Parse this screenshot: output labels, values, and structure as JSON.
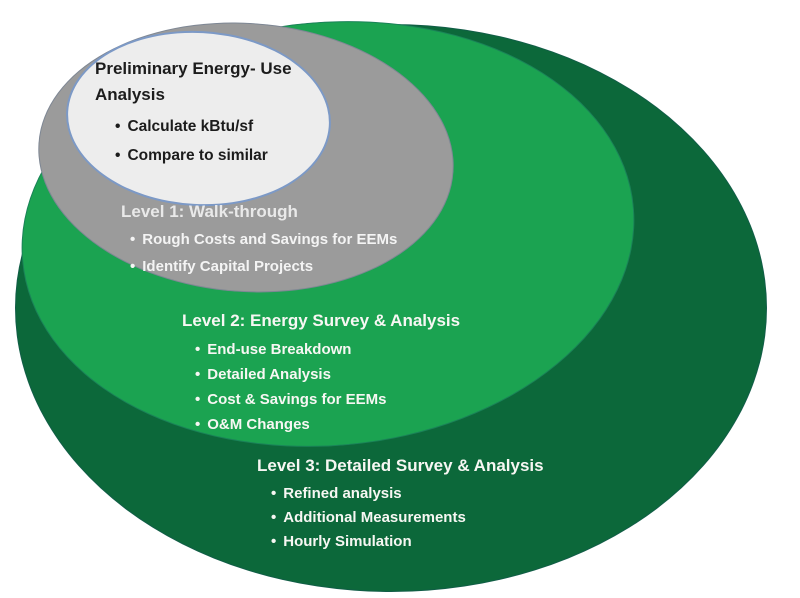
{
  "diagram": {
    "background_color": "#ffffff",
    "levels": [
      {
        "id": "preliminary",
        "title": "Preliminary Energy- Use Analysis",
        "bullets": [
          "Calculate kBtu/sf",
          "Compare to similar"
        ],
        "fill_color": "#ededed",
        "border_color": "#7c99c6",
        "text_color": "#1c1c1c"
      },
      {
        "id": "level-1",
        "title": "Level 1: Walk-through",
        "bullets": [
          "Rough Costs and Savings for EEMs",
          "Identify Capital Projects"
        ],
        "fill_color": "#9b9b9b",
        "text_color": "#f4f4f4"
      },
      {
        "id": "level-2",
        "title": "Level 2: Energy Survey & Analysis",
        "bullets": [
          "End-use Breakdown",
          "Detailed Analysis",
          "Cost & Savings for EEMs",
          "O&M Changes"
        ],
        "fill_color": "#1ba351",
        "text_color": "#f7f7f3"
      },
      {
        "id": "level-3",
        "title": "Level 3: Detailed Survey & Analysis",
        "bullets": [
          "Refined analysis",
          "Additional Measurements",
          "Hourly Simulation"
        ],
        "fill_color": "#0c683a",
        "text_color": "#f7f7f3"
      }
    ]
  }
}
